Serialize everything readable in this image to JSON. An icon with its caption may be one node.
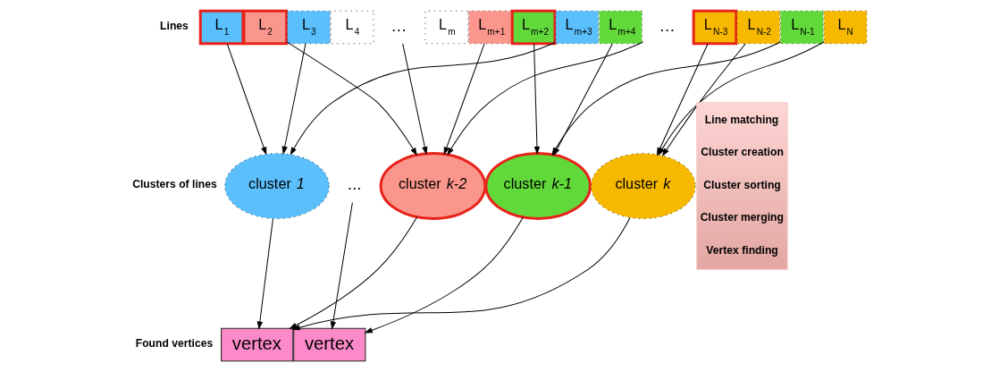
{
  "diagram": {
    "nodes": [
      {
        "text": [
          "L$_{1}$"
        ]
      },
      {
        "text": [
          "L$_{2}$"
        ]
      },
      {
        "text": [
          "L$_{3}$"
        ]
      },
      {
        "text": [
          "L$_{4}$"
        ]
      },
      {
        "text": [
          "…"
        ]
      },
      {
        "text": [
          "L$_{m}$"
        ]
      },
      {
        "text": [
          "L$_{m+1}$"
        ]
      },
      {
        "text": [
          "L$_{m+2}$"
        ]
      },
      {
        "text": [
          "L$_{m+3}$"
        ]
      },
      {
        "text": [
          "L$_{m+4}$"
        ]
      },
      {
        "text": [
          "…"
        ]
      },
      {
        "text": [
          "L$_{N-3}$"
        ]
      },
      {
        "text": [
          "L$_{N-2}$"
        ]
      },
      {
        "text": [
          "L$_{N-1}$"
        ]
      },
      {
        "text": [
          "L$_{N}$"
        ]
      },
      {
        "text": [
          "cluster *1*"
        ]
      },
      {
        "text": [
          "..."
        ]
      },
      {
        "text": [
          "cluster *k-2*"
        ]
      },
      {
        "text": [
          "cluster *k-1*"
        ]
      },
      {
        "text": [
          "cluster *k*"
        ]
      },
      {
        "text": [
          "vertex"
        ]
      },
      {
        "text": [
          "vertex"
        ]
      },
      {
        "text": [
          "Line matching",
          "Cluster creation",
          "Cluster sorting",
          "Cluster merging",
          "Vertex finding"
        ]
      }
    ],
    "edges": [
      {
        "from": 0,
        "to": 15,
        "arrow": "to"
      },
      {
        "from": 1,
        "to": 17,
        "arrow": "to"
      },
      {
        "from": 2,
        "to": 15,
        "arrow": "to"
      },
      {
        "from": 4,
        "to": 17,
        "arrow": "to"
      },
      {
        "from": 6,
        "to": 17,
        "arrow": "to"
      },
      {
        "from": 7,
        "to": 18,
        "arrow": "to"
      },
      {
        "from": 8,
        "to": 15,
        "arrow": "to"
      },
      {
        "from": 9,
        "to": 18,
        "arrow": "to"
      },
      {
        "from": 10,
        "to": 17,
        "arrow": "to"
      },
      {
        "from": 11,
        "to": 19,
        "arrow": "to"
      },
      {
        "from": 12,
        "to": 19,
        "arrow": "to"
      },
      {
        "from": 13,
        "to": 18,
        "arrow": "to"
      },
      {
        "from": 14,
        "to": 19,
        "arrow": "to"
      },
      {
        "from": 15,
        "to": 20,
        "arrow": "to"
      },
      {
        "from": 16,
        "to": 21,
        "arrow": "to"
      },
      {
        "from": 17,
        "to": 20,
        "arrow": "to"
      },
      {
        "from": 18,
        "to": 21,
        "arrow": "to"
      },
      {
        "from": 19,
        "to": 20,
        "arrow": "to"
      }
    ],
    "labels": [
      "Lines",
      "Clusters of lines",
      "Found vertices"
    ]
  }
}
